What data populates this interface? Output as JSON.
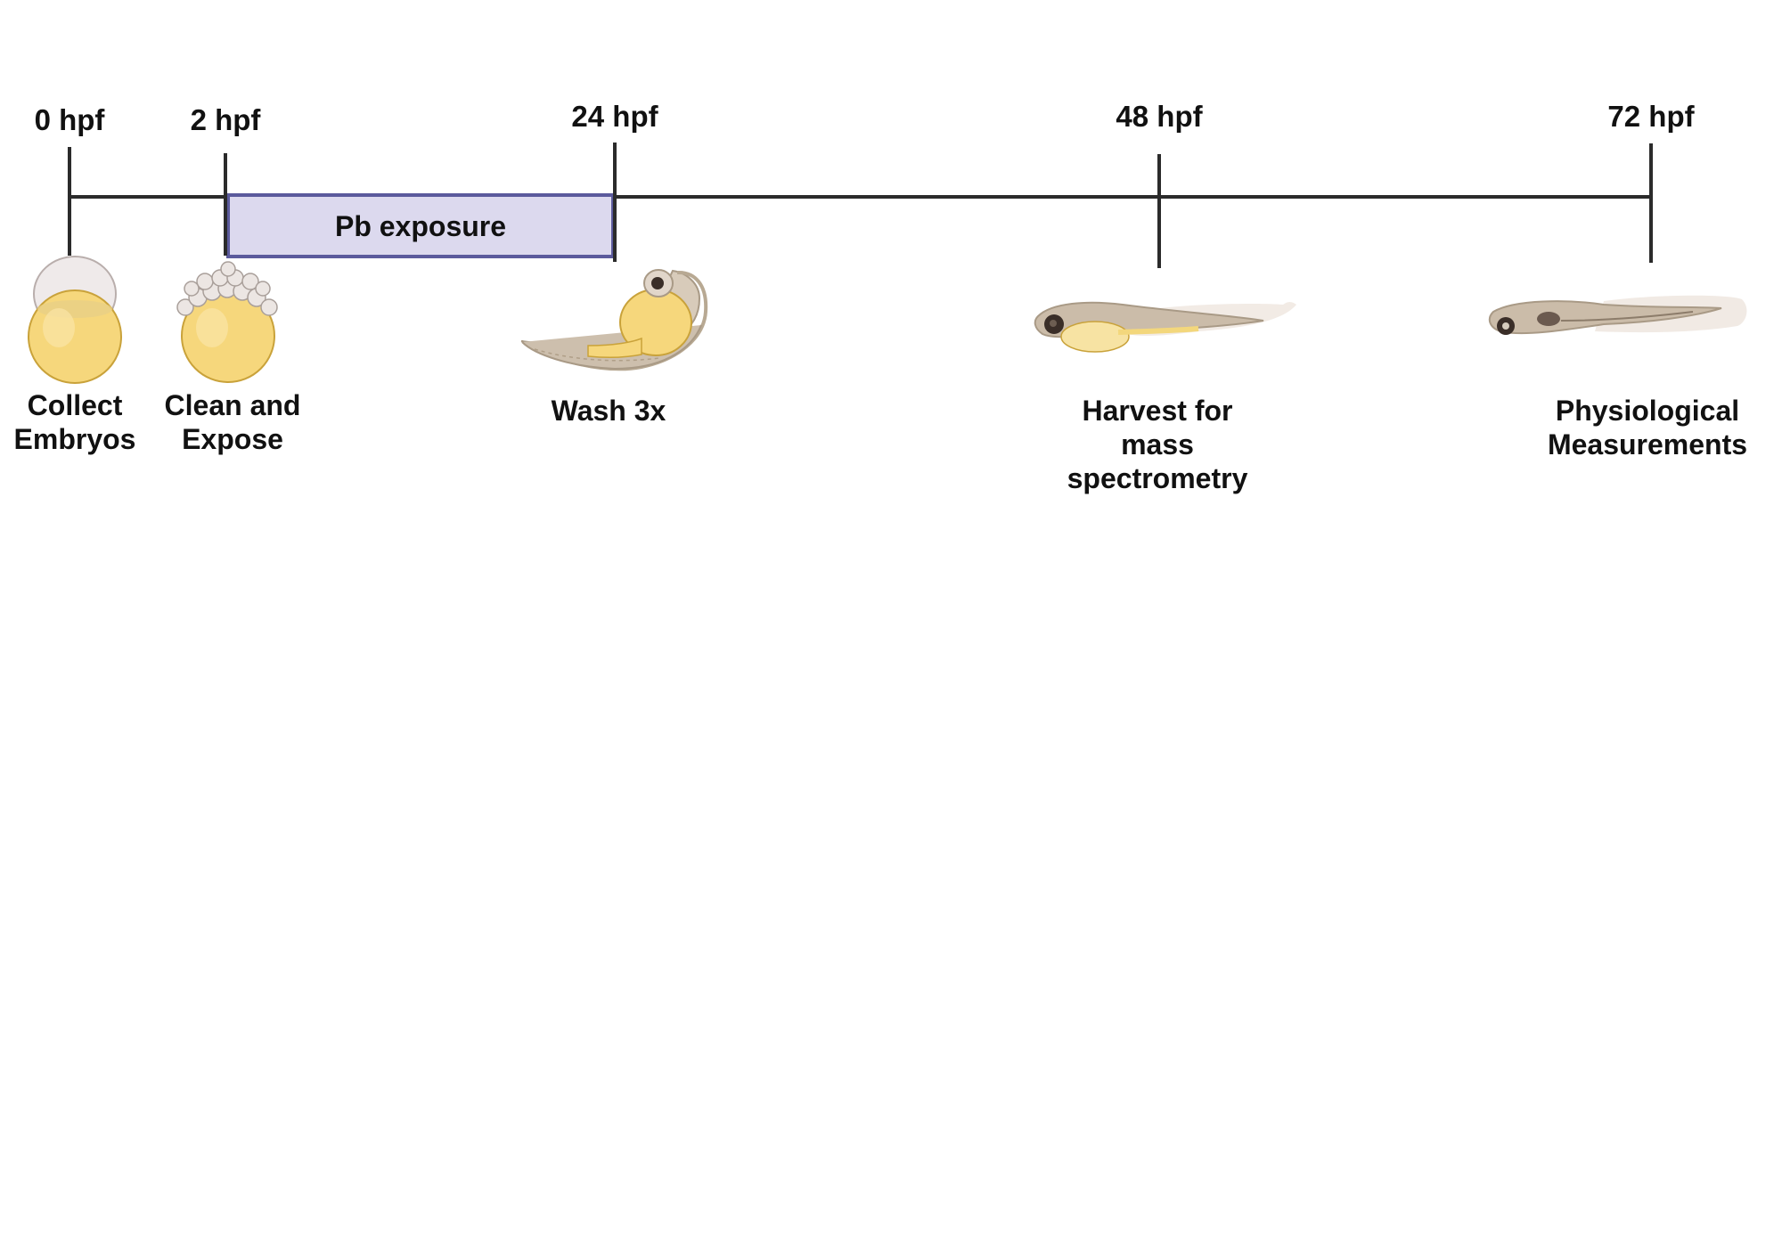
{
  "timeline": {
    "ticks": [
      {
        "label": "0 hpf"
      },
      {
        "label": "2 hpf"
      },
      {
        "label": "24 hpf"
      },
      {
        "label": "48 hpf"
      },
      {
        "label": "72 hpf"
      }
    ],
    "exposure": {
      "label": "Pb exposure"
    },
    "stages": [
      {
        "lines": [
          "Collect",
          "Embryos"
        ]
      },
      {
        "lines": [
          "Clean and",
          "Expose"
        ]
      },
      {
        "lines": [
          "Wash 3x"
        ]
      },
      {
        "lines": [
          "Harvest for",
          "mass",
          "spectrometry"
        ]
      },
      {
        "lines": [
          "Physiological",
          "Measurements"
        ]
      }
    ]
  },
  "colors": {
    "line": "#2b2b2b",
    "exposure_fill": "#dcd9ee",
    "exposure_stroke": "#5b5a9c",
    "yolk": "#f6d77c",
    "tissue": "#cbbca9"
  }
}
